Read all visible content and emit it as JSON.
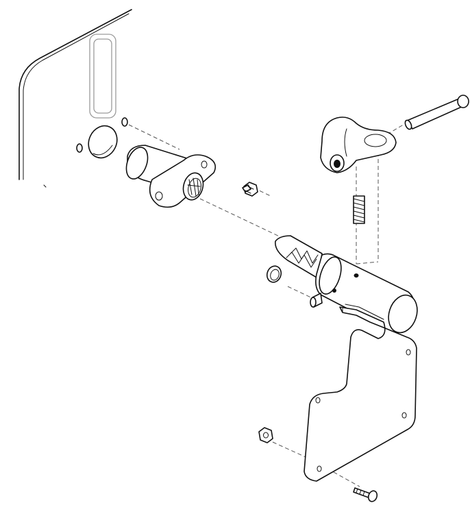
{
  "diagram": {
    "parts": [
      "panel",
      "plug",
      "sleeve",
      "bolt",
      "handle",
      "pin",
      "spring",
      "shaft",
      "retaining-ring",
      "dowel",
      "bracket",
      "nut",
      "screw"
    ]
  }
}
